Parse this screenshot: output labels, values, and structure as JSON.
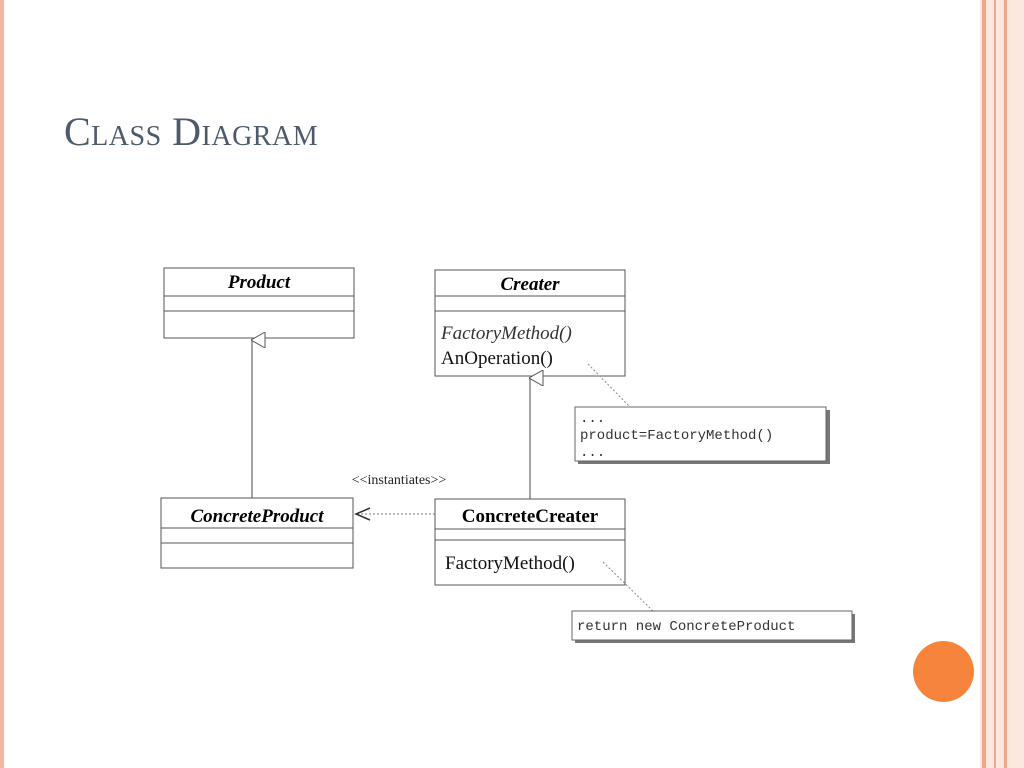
{
  "slide": {
    "title": "Class Diagram"
  },
  "diagram": {
    "classes": {
      "product": {
        "name": "Product"
      },
      "creater": {
        "name": "Creater",
        "operations": [
          "FactoryMethod()",
          "AnOperation()"
        ]
      },
      "concrete_product": {
        "name": "ConcreteProduct"
      },
      "concrete_creater": {
        "name": "ConcreteCreater",
        "operations": [
          "FactoryMethod()"
        ]
      }
    },
    "notes": {
      "anoperation_note": [
        "...",
        "product=FactoryMethod()",
        "..."
      ],
      "factorymethod_note": "return new ConcreteProduct"
    },
    "dependency_label": "<<instantiates>>"
  },
  "colors": {
    "title": "#4d5a6a",
    "accent_circle": "#f7843c",
    "border": "#f2a68a"
  }
}
